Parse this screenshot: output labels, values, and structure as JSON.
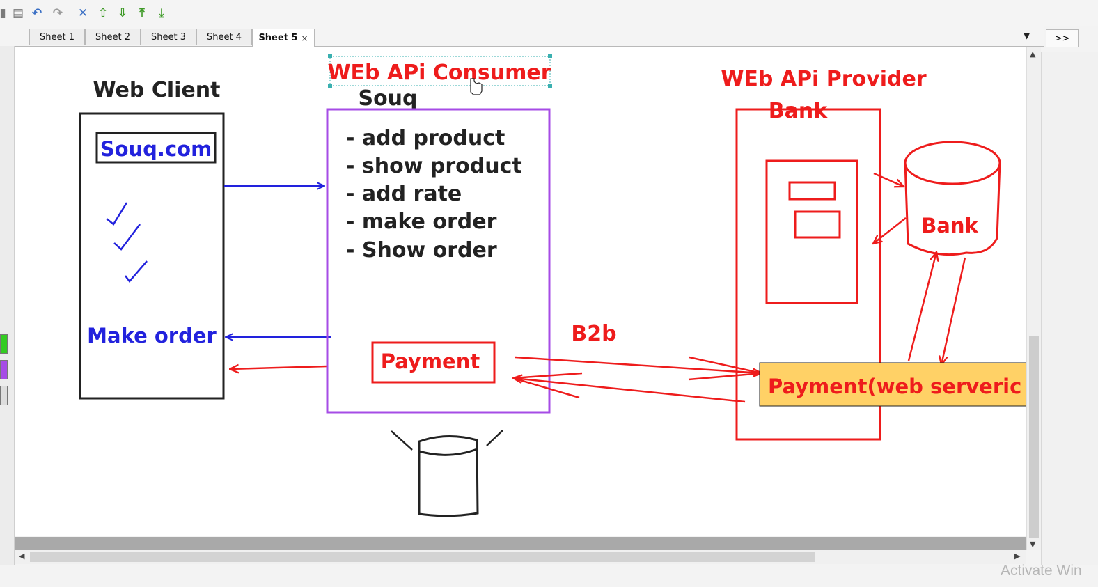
{
  "toolbar": {
    "icons": [
      {
        "name": "copy-icon",
        "glyph": "▮",
        "color": "#7a7a7a"
      },
      {
        "name": "paste-icon",
        "glyph": "▤",
        "color": "#7a7a7a"
      },
      {
        "name": "undo-icon",
        "glyph": "↶",
        "color": "#3a6fc4"
      },
      {
        "name": "redo-icon",
        "glyph": "↷",
        "color": "#9a9a9a"
      },
      {
        "name": "delete-icon",
        "glyph": "✕",
        "color": "#3a6fc4"
      },
      {
        "name": "move-up-icon",
        "glyph": "⇧",
        "color": "#3f9a28"
      },
      {
        "name": "move-down-icon",
        "glyph": "⇩",
        "color": "#3f9a28"
      },
      {
        "name": "move-top-icon",
        "glyph": "⤒",
        "color": "#3f9a28"
      },
      {
        "name": "move-bottom-icon",
        "glyph": "⤓",
        "color": "#3f9a28"
      }
    ]
  },
  "tabs": [
    {
      "label": "Sheet 1"
    },
    {
      "label": "Sheet 2"
    },
    {
      "label": "Sheet 3"
    },
    {
      "label": "Sheet 4"
    },
    {
      "label": "Sheet 5",
      "active": true,
      "close_glyph": "×"
    }
  ],
  "tab_menu_glyph": "▼",
  "expand_label": ">>",
  "palette": [
    "#33cc22",
    "#a64ce6",
    "#dddddd"
  ],
  "diagram": {
    "web_client_title": "Web Client",
    "souq_com": "Souq.com",
    "make_order": "Make order",
    "consumer_title": "WEb APi Consumer",
    "consumer_subtitle": "Souq",
    "consumer_items": [
      "- add product",
      "- show product",
      "- add rate",
      "- make order",
      "- Show order"
    ],
    "payment": "Payment",
    "b2b": "B2b",
    "provider_title": "WEb APi Provider",
    "provider_subtitle": "Bank",
    "db_label": "Bank",
    "payment_service": "Payment(web serveric",
    "colors": {
      "red": "#ee1c1c",
      "blue": "#2222dd",
      "purple": "#a64ce6",
      "black": "#222222",
      "service_fill": "#ffd166"
    }
  },
  "scroll": {
    "up": "▲",
    "down": "▼",
    "left": "◀",
    "right": "▶"
  },
  "watermark": "Activate Win"
}
